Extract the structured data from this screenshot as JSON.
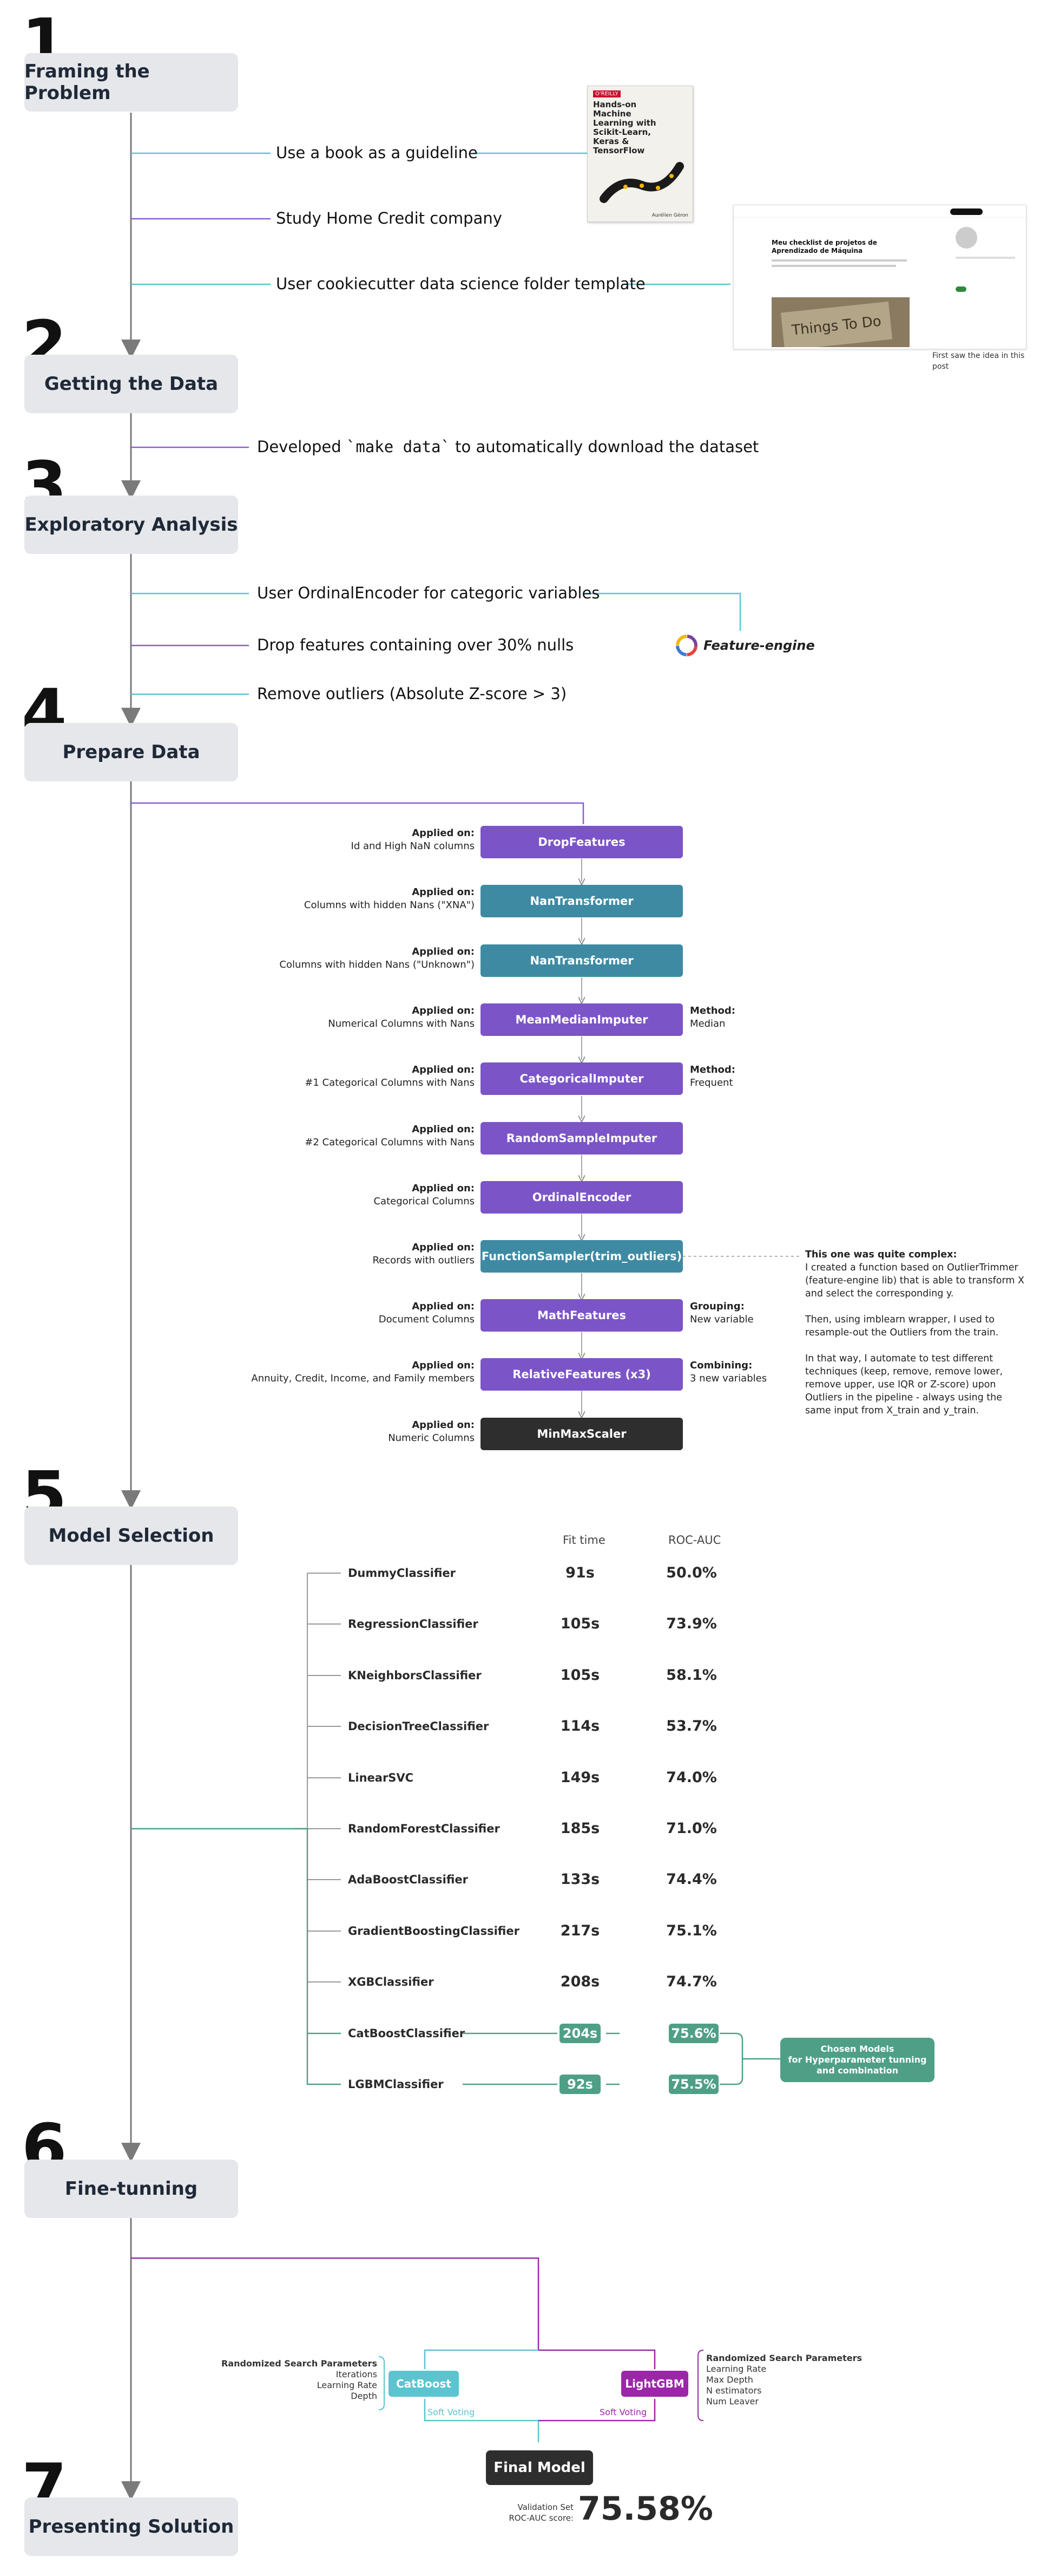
{
  "stages": [
    {
      "number": "1",
      "title": "Framing the Problem"
    },
    {
      "number": "2",
      "title": "Getting the Data"
    },
    {
      "number": "3",
      "title": "Exploratory Analysis"
    },
    {
      "number": "4",
      "title": "Prepare Data"
    },
    {
      "number": "5",
      "title": "Model Selection"
    },
    {
      "number": "6",
      "title": "Fine-tunning"
    },
    {
      "number": "7",
      "title": "Presenting Solution"
    }
  ],
  "framing": {
    "items": [
      "Use a book as a guideline",
      "Study Home Credit company",
      "User cookiecutter data science folder template"
    ],
    "book": {
      "publisher": "O'REILLY",
      "title": "Hands-on Machine Learning with Scikit-Learn, Keras & TensorFlow",
      "author": "Aurélien Géron"
    },
    "post": {
      "title": "Meu checklist de projetos de Aprendizado de Máquina",
      "image_text": "Things To Do",
      "caption": "First saw the idea in this post"
    }
  },
  "getting_data": {
    "text_before": "Developed ",
    "code": "`make data`",
    "text_after": " to automatically download the dataset"
  },
  "exploratory": {
    "items": [
      "User OrdinalEncoder for categoric variables",
      "Drop features containing over 30% nulls",
      "Remove outliers (Absolute Z-score > 3)"
    ],
    "logo_text": "Feature-engine"
  },
  "pipeline": {
    "applied_label": "Applied on:",
    "steps": [
      {
        "name": "DropFeatures",
        "applied": "Id and High NaN columns",
        "color": "#7b54c8"
      },
      {
        "name": "NanTransformer",
        "applied": "Columns with hidden Nans (\"XNA\")",
        "color": "#3e8aa3"
      },
      {
        "name": "NanTransformer",
        "applied": "Columns with hidden Nans (\"Unknown\")",
        "color": "#3e8aa3"
      },
      {
        "name": "MeanMedianImputer",
        "applied": "Numerical Columns with Nans",
        "color": "#7b54c8",
        "note_title": "Method:",
        "note": "Median"
      },
      {
        "name": "CategoricalImputer",
        "applied": "#1 Categorical Columns with Nans",
        "color": "#7b54c8",
        "note_title": "Method:",
        "note": "Frequent"
      },
      {
        "name": "RandomSampleImputer",
        "applied": "#2 Categorical Columns with Nans",
        "color": "#7b54c8"
      },
      {
        "name": "OrdinalEncoder",
        "applied": "Categorical Columns",
        "color": "#7b54c8"
      },
      {
        "name": "FunctionSampler(trim_outliers)",
        "applied": "Records with outliers",
        "color": "#3e8aa3"
      },
      {
        "name": "MathFeatures",
        "applied": "Document Columns",
        "color": "#7b54c8",
        "note_title": "Grouping:",
        "note": "New variable"
      },
      {
        "name": "RelativeFeatures (x3)",
        "applied": "Annuity, Credit, Income, and Family members",
        "color": "#7b54c8",
        "note_title": "Combining:",
        "note": "3 new variables"
      },
      {
        "name": "MinMaxScaler",
        "applied": "Numeric Columns",
        "color": "#2e2e2e"
      }
    ],
    "complex_note": {
      "title": "This one was quite complex:",
      "lines": [
        "I created a function based on OutlierTrimmer",
        "(feature-engine lib) that is able to transform X",
        "and select the corresponding y.",
        "",
        "Then, using imblearn wrapper, I used to",
        "resample-out the Outliers from the train.",
        "",
        "In that way, I automate to test different",
        "techniques (keep, remove, remove lower,",
        "remove upper, use IQR or Z-score) upon",
        "Outliers in the pipeline - always using the",
        "same input from X_train and y_train."
      ]
    }
  },
  "model_selection": {
    "columns": [
      "Fit time",
      "ROC-AUC"
    ],
    "models": [
      {
        "name": "DummyClassifier",
        "fit": "91s",
        "auc": "50.0%"
      },
      {
        "name": "RegressionClassifier",
        "fit": "105s",
        "auc": "73.9%"
      },
      {
        "name": "KNeighborsClassifier",
        "fit": "105s",
        "auc": "58.1%"
      },
      {
        "name": "DecisionTreeClassifier",
        "fit": "114s",
        "auc": "53.7%"
      },
      {
        "name": "LinearSVC",
        "fit": "149s",
        "auc": "74.0%"
      },
      {
        "name": "RandomForestClassifier",
        "fit": "185s",
        "auc": "71.0%"
      },
      {
        "name": "AdaBoostClassifier",
        "fit": "133s",
        "auc": "74.4%"
      },
      {
        "name": "GradientBoostingClassifier",
        "fit": "217s",
        "auc": "75.1%"
      },
      {
        "name": "XGBClassifier",
        "fit": "208s",
        "auc": "74.7%"
      },
      {
        "name": "CatBoostClassifier",
        "fit": "204s",
        "auc": "75.6%",
        "chosen": true
      },
      {
        "name": "LGBMClassifier",
        "fit": "92s",
        "auc": "75.5%",
        "chosen": true
      }
    ],
    "chosen_box": [
      "Chosen Models",
      "for Hyperparameter tunning",
      "and combination"
    ]
  },
  "fine_tuning": {
    "left": {
      "title": "Randomized Search Parameters",
      "params": [
        "Iterations",
        "Learning Rate",
        "Depth"
      ],
      "model": "CatBoost",
      "voting": "Soft Voting"
    },
    "right": {
      "title": "Randomized Search Parameters",
      "params": [
        "Learning Rate",
        "Max Depth",
        "N estimators",
        "Num Leaver"
      ],
      "model": "LightGBM",
      "voting": "Soft Voting"
    },
    "final": "Final Model",
    "score_label": [
      "Validation Set",
      "ROC-AUC score:"
    ],
    "score": "75.58%"
  },
  "colors": {
    "purple": "#7b54c8",
    "teal": "#3e8aa3",
    "green": "#4f9f87",
    "cyan": "#5bc4cf",
    "magenta": "#9b27a8",
    "spine": "#7a7a7a"
  }
}
